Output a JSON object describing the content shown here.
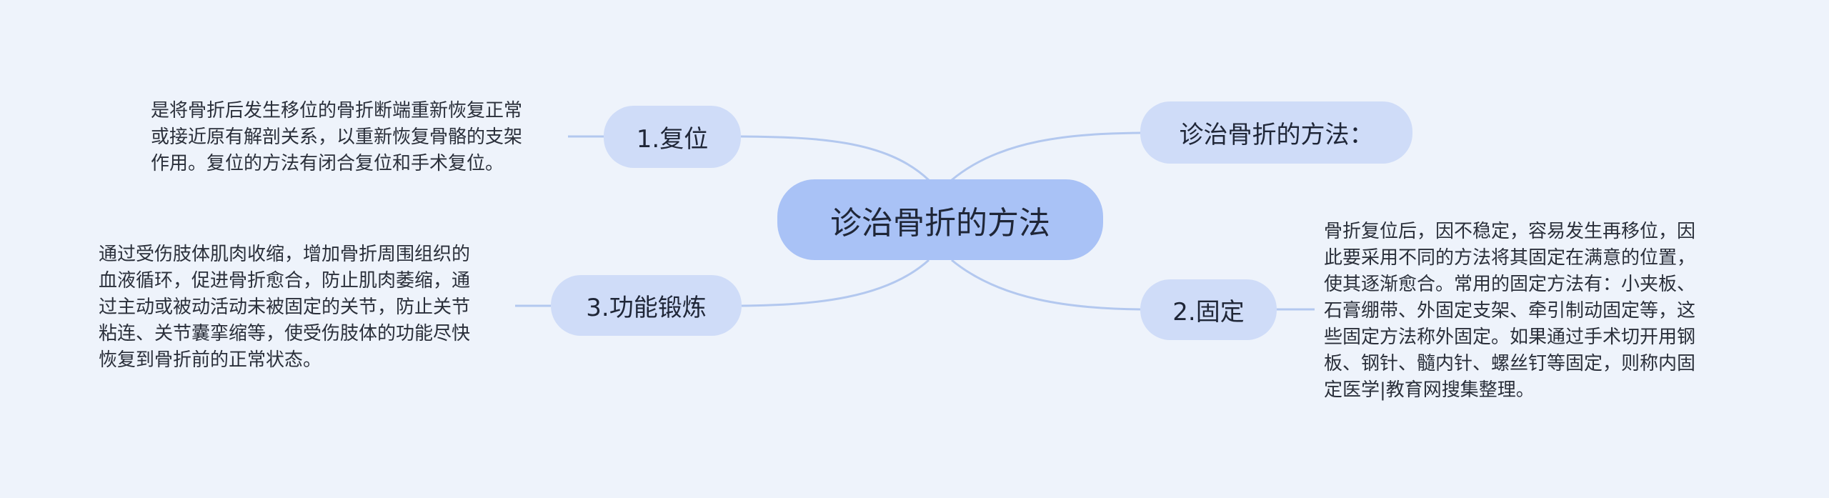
{
  "root": {
    "label": "诊治骨折的方法"
  },
  "branches": {
    "fuwei": {
      "label": "1.复位"
    },
    "duanlian": {
      "label": "3.功能锻炼"
    },
    "fangfa": {
      "label": "诊治骨折的方法："
    },
    "guding": {
      "label": "2.固定"
    }
  },
  "leaves": {
    "fuwei": "是将骨折后发生移位的骨折断端重新恢复正常\n或接近原有解剖关系，以重新恢复骨骼的支架\n作用。复位的方法有闭合复位和手术复位。",
    "duanlian": "通过受伤肢体肌肉收缩，增加骨折周围组织的\n血液循环，促进骨折愈合，防止肌肉萎缩，通\n过主动或被动活动未被固定的关节，防止关节\n粘连、关节囊挛缩等，使受伤肢体的功能尽快\n恢复到骨折前的正常状态。",
    "guding": "骨折复位后，因不稳定，容易发生再移位，因\n此要采用不同的方法将其固定在满意的位置，\n使其逐渐愈合。常用的固定方法有：小夹板、\n石膏绷带、外固定支架、牵引制动固定等，这\n些固定方法称外固定。如果通过手术切开用钢\n板、钢针、髓内针、螺丝钉等固定，则称内固\n定医学|教育网搜集整理。"
  },
  "colors": {
    "background": "#eef3fb",
    "root_fill": "#a9c2f6",
    "branch_fill": "#cfdcf8",
    "connector": "#b3c8ef"
  }
}
